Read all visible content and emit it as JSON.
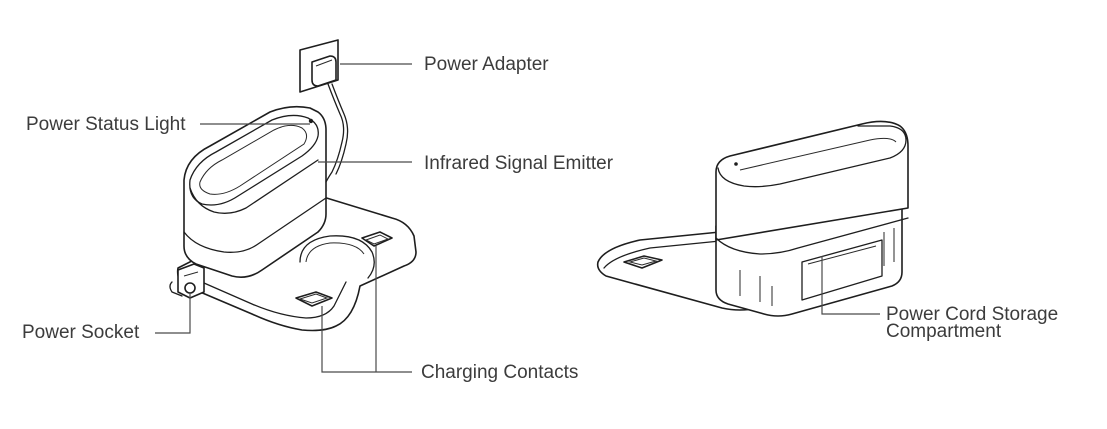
{
  "labels": {
    "power_adapter": "Power Adapter",
    "power_status_light": "Power Status Light",
    "infrared_signal_emitter": "Infrared Signal Emitter",
    "power_socket": "Power Socket",
    "charging_contacts": "Charging Contacts",
    "power_cord_storage_line1": "Power Cord Storage",
    "power_cord_storage_line2": "Compartment"
  },
  "colors": {
    "line": "#4a4a4a",
    "outline": "#1e1e1e",
    "label_text": "#3c3c3c",
    "background": "#ffffff"
  }
}
